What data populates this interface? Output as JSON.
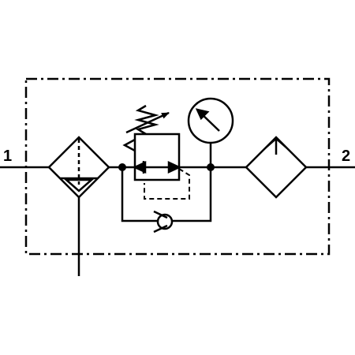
{
  "ports": {
    "inlet_label": "1",
    "outlet_label": "2"
  },
  "colors": {
    "stroke": "#000000",
    "background": "#ffffff"
  },
  "components": [
    "filter-with-drain",
    "pressure-regulator-adjustable",
    "check-valve-bypass",
    "pressure-gauge",
    "lubricator"
  ]
}
